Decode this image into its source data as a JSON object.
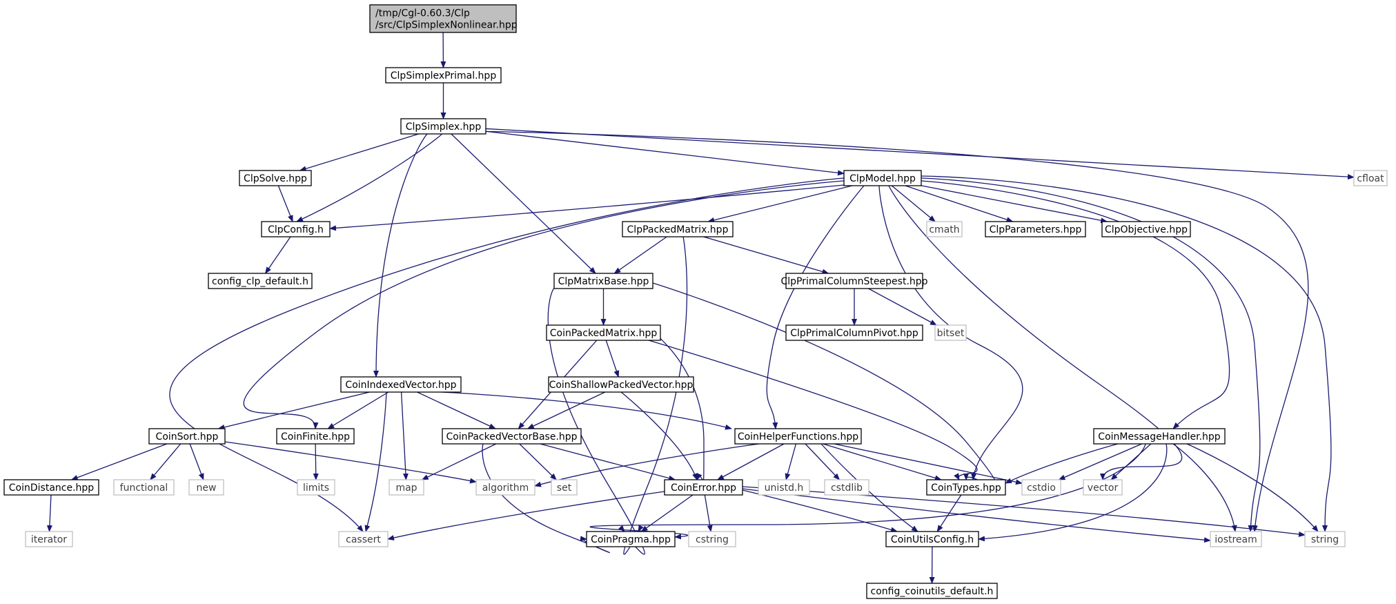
{
  "colors": {
    "edge": "#191970",
    "header_fill": "#bfbfbf",
    "header_stroke": "#000000",
    "project_stroke": "#000000",
    "system_stroke": "#bfbfbf",
    "project_text": "#000000",
    "system_text": "#3f3f3f"
  },
  "nodes": [
    {
      "id": "root",
      "lines": [
        "/tmp/Cgl-0.60.3/Clp",
        "/src/ClpSimplexNonlinear.hpp"
      ],
      "kind": "header"
    },
    {
      "id": "ClpSimplexPrimal",
      "lines": [
        "ClpSimplexPrimal.hpp"
      ],
      "kind": "project"
    },
    {
      "id": "ClpSimplex",
      "lines": [
        "ClpSimplex.hpp"
      ],
      "kind": "project"
    },
    {
      "id": "ClpSolve",
      "lines": [
        "ClpSolve.hpp"
      ],
      "kind": "project"
    },
    {
      "id": "ClpModel",
      "lines": [
        "ClpModel.hpp"
      ],
      "kind": "project"
    },
    {
      "id": "cfloat",
      "lines": [
        "cfloat"
      ],
      "kind": "system"
    },
    {
      "id": "ClpConfig",
      "lines": [
        "ClpConfig.h"
      ],
      "kind": "project"
    },
    {
      "id": "config_clp_default",
      "lines": [
        "config_clp_default.h"
      ],
      "kind": "project"
    },
    {
      "id": "ClpPackedMatrix",
      "lines": [
        "ClpPackedMatrix.hpp"
      ],
      "kind": "project"
    },
    {
      "id": "cmath",
      "lines": [
        "cmath"
      ],
      "kind": "system"
    },
    {
      "id": "ClpParameters",
      "lines": [
        "ClpParameters.hpp"
      ],
      "kind": "project"
    },
    {
      "id": "ClpObjective",
      "lines": [
        "ClpObjective.hpp"
      ],
      "kind": "project"
    },
    {
      "id": "ClpMatrixBase",
      "lines": [
        "ClpMatrixBase.hpp"
      ],
      "kind": "project"
    },
    {
      "id": "ClpPrimalColumnSteepest",
      "lines": [
        "ClpPrimalColumnSteepest.hpp"
      ],
      "kind": "project"
    },
    {
      "id": "CoinPackedMatrix",
      "lines": [
        "CoinPackedMatrix.hpp"
      ],
      "kind": "project"
    },
    {
      "id": "ClpPrimalColumnPivot",
      "lines": [
        "ClpPrimalColumnPivot.hpp"
      ],
      "kind": "project"
    },
    {
      "id": "bitset",
      "lines": [
        "bitset"
      ],
      "kind": "system"
    },
    {
      "id": "CoinIndexedVector",
      "lines": [
        "CoinIndexedVector.hpp"
      ],
      "kind": "project"
    },
    {
      "id": "CoinShallowPackedVector",
      "lines": [
        "CoinShallowPackedVector.hpp"
      ],
      "kind": "project"
    },
    {
      "id": "CoinSort",
      "lines": [
        "CoinSort.hpp"
      ],
      "kind": "project"
    },
    {
      "id": "CoinFinite",
      "lines": [
        "CoinFinite.hpp"
      ],
      "kind": "project"
    },
    {
      "id": "CoinPackedVectorBase",
      "lines": [
        "CoinPackedVectorBase.hpp"
      ],
      "kind": "project"
    },
    {
      "id": "CoinHelperFunctions",
      "lines": [
        "CoinHelperFunctions.hpp"
      ],
      "kind": "project"
    },
    {
      "id": "CoinMessageHandler",
      "lines": [
        "CoinMessageHandler.hpp"
      ],
      "kind": "project"
    },
    {
      "id": "CoinDistance",
      "lines": [
        "CoinDistance.hpp"
      ],
      "kind": "project"
    },
    {
      "id": "functional",
      "lines": [
        "functional"
      ],
      "kind": "system"
    },
    {
      "id": "new",
      "lines": [
        "new"
      ],
      "kind": "system"
    },
    {
      "id": "limits",
      "lines": [
        "limits"
      ],
      "kind": "system"
    },
    {
      "id": "map",
      "lines": [
        "map"
      ],
      "kind": "system"
    },
    {
      "id": "algorithm",
      "lines": [
        "algorithm"
      ],
      "kind": "system"
    },
    {
      "id": "set",
      "lines": [
        "set"
      ],
      "kind": "system"
    },
    {
      "id": "CoinError",
      "lines": [
        "CoinError.hpp"
      ],
      "kind": "project"
    },
    {
      "id": "unistd",
      "lines": [
        "unistd.h"
      ],
      "kind": "system"
    },
    {
      "id": "cstdlib",
      "lines": [
        "cstdlib"
      ],
      "kind": "system"
    },
    {
      "id": "CoinTypes",
      "lines": [
        "CoinTypes.hpp"
      ],
      "kind": "project"
    },
    {
      "id": "cstdio",
      "lines": [
        "cstdio"
      ],
      "kind": "system"
    },
    {
      "id": "vector",
      "lines": [
        "vector"
      ],
      "kind": "system"
    },
    {
      "id": "iterator",
      "lines": [
        "iterator"
      ],
      "kind": "system"
    },
    {
      "id": "cassert",
      "lines": [
        "cassert"
      ],
      "kind": "system"
    },
    {
      "id": "CoinPragma",
      "lines": [
        "CoinPragma.hpp"
      ],
      "kind": "project"
    },
    {
      "id": "cstring",
      "lines": [
        "cstring"
      ],
      "kind": "system"
    },
    {
      "id": "CoinUtilsConfig",
      "lines": [
        "CoinUtilsConfig.h"
      ],
      "kind": "project"
    },
    {
      "id": "iostream",
      "lines": [
        "iostream"
      ],
      "kind": "system"
    },
    {
      "id": "string",
      "lines": [
        "string"
      ],
      "kind": "system"
    },
    {
      "id": "config_coinutils_default",
      "lines": [
        "config_coinutils_default.h"
      ],
      "kind": "project"
    }
  ],
  "edges": [
    {
      "from": "root",
      "to": "ClpSimplexPrimal"
    },
    {
      "from": "ClpSimplexPrimal",
      "to": "ClpSimplex"
    },
    {
      "from": "ClpSimplex",
      "to": "ClpSolve"
    },
    {
      "from": "ClpSimplex",
      "to": "ClpConfig"
    },
    {
      "from": "ClpSimplex",
      "to": "CoinIndexedVector"
    },
    {
      "from": "ClpSimplex",
      "to": "ClpMatrixBase"
    },
    {
      "from": "ClpSimplex",
      "to": "ClpModel"
    },
    {
      "from": "ClpSimplex",
      "to": "cfloat"
    },
    {
      "from": "ClpSimplex",
      "to": "iostream"
    },
    {
      "from": "ClpSolve",
      "to": "ClpConfig"
    },
    {
      "from": "ClpConfig",
      "to": "config_clp_default"
    },
    {
      "from": "ClpModel",
      "to": "ClpConfig"
    },
    {
      "from": "ClpModel",
      "to": "CoinFinite"
    },
    {
      "from": "ClpModel",
      "to": "cassert"
    },
    {
      "from": "ClpModel",
      "to": "ClpPackedMatrix"
    },
    {
      "from": "ClpModel",
      "to": "CoinHelperFunctions"
    },
    {
      "from": "ClpModel",
      "to": "CoinTypes"
    },
    {
      "from": "ClpModel",
      "to": "cmath"
    },
    {
      "from": "ClpModel",
      "to": "ClpParameters"
    },
    {
      "from": "ClpModel",
      "to": "ClpObjective"
    },
    {
      "from": "ClpModel",
      "to": "vector"
    },
    {
      "from": "ClpModel",
      "to": "CoinMessageHandler"
    },
    {
      "from": "ClpModel",
      "to": "iostream"
    },
    {
      "from": "ClpModel",
      "to": "string"
    },
    {
      "from": "ClpPackedMatrix",
      "to": "ClpMatrixBase"
    },
    {
      "from": "ClpPackedMatrix",
      "to": "ClpPrimalColumnSteepest"
    },
    {
      "from": "ClpPackedMatrix",
      "to": "CoinPragma"
    },
    {
      "from": "ClpPrimalColumnSteepest",
      "to": "ClpPrimalColumnPivot"
    },
    {
      "from": "ClpPrimalColumnSteepest",
      "to": "bitset"
    },
    {
      "from": "ClpMatrixBase",
      "to": "CoinPackedMatrix"
    },
    {
      "from": "ClpMatrixBase",
      "to": "CoinTypes"
    },
    {
      "from": "ClpMatrixBase",
      "to": "CoinPragma"
    },
    {
      "from": "CoinPackedMatrix",
      "to": "CoinShallowPackedVector"
    },
    {
      "from": "CoinPackedMatrix",
      "to": "CoinPackedVectorBase"
    },
    {
      "from": "CoinPackedMatrix",
      "to": "CoinError"
    },
    {
      "from": "CoinPackedMatrix",
      "to": "CoinTypes"
    },
    {
      "from": "CoinShallowPackedVector",
      "to": "CoinPackedVectorBase"
    },
    {
      "from": "CoinShallowPackedVector",
      "to": "CoinError"
    },
    {
      "from": "CoinIndexedVector",
      "to": "CoinSort"
    },
    {
      "from": "CoinIndexedVector",
      "to": "CoinFinite"
    },
    {
      "from": "CoinIndexedVector",
      "to": "CoinPackedVectorBase"
    },
    {
      "from": "CoinIndexedVector",
      "to": "CoinHelperFunctions"
    },
    {
      "from": "CoinIndexedVector",
      "to": "map"
    },
    {
      "from": "CoinIndexedVector",
      "to": "cassert"
    },
    {
      "from": "CoinSort",
      "to": "CoinDistance"
    },
    {
      "from": "CoinSort",
      "to": "functional"
    },
    {
      "from": "CoinSort",
      "to": "new"
    },
    {
      "from": "CoinSort",
      "to": "algorithm"
    },
    {
      "from": "CoinDistance",
      "to": "iterator"
    },
    {
      "from": "CoinFinite",
      "to": "limits"
    },
    {
      "from": "CoinPackedVectorBase",
      "to": "map"
    },
    {
      "from": "CoinPackedVectorBase",
      "to": "set"
    },
    {
      "from": "CoinPackedVectorBase",
      "to": "CoinError"
    },
    {
      "from": "CoinPackedVectorBase",
      "to": "CoinPragma"
    },
    {
      "from": "CoinHelperFunctions",
      "to": "algorithm"
    },
    {
      "from": "CoinHelperFunctions",
      "to": "CoinError"
    },
    {
      "from": "CoinHelperFunctions",
      "to": "unistd"
    },
    {
      "from": "CoinHelperFunctions",
      "to": "cstdlib"
    },
    {
      "from": "CoinHelperFunctions",
      "to": "CoinTypes"
    },
    {
      "from": "CoinHelperFunctions",
      "to": "cstdio"
    },
    {
      "from": "CoinHelperFunctions",
      "to": "CoinUtilsConfig"
    },
    {
      "from": "CoinError",
      "to": "cassert"
    },
    {
      "from": "CoinError",
      "to": "CoinPragma"
    },
    {
      "from": "CoinError",
      "to": "cstring"
    },
    {
      "from": "CoinError",
      "to": "CoinUtilsConfig"
    },
    {
      "from": "CoinError",
      "to": "iostream"
    },
    {
      "from": "CoinError",
      "to": "string"
    },
    {
      "from": "CoinTypes",
      "to": "CoinUtilsConfig"
    },
    {
      "from": "CoinUtilsConfig",
      "to": "config_coinutils_default"
    },
    {
      "from": "CoinMessageHandler",
      "to": "CoinTypes"
    },
    {
      "from": "CoinMessageHandler",
      "to": "cstdio"
    },
    {
      "from": "CoinMessageHandler",
      "to": "vector"
    },
    {
      "from": "CoinMessageHandler",
      "to": "CoinPragma"
    },
    {
      "from": "CoinMessageHandler",
      "to": "CoinUtilsConfig"
    },
    {
      "from": "CoinMessageHandler",
      "to": "iostream"
    },
    {
      "from": "CoinMessageHandler",
      "to": "string"
    }
  ]
}
